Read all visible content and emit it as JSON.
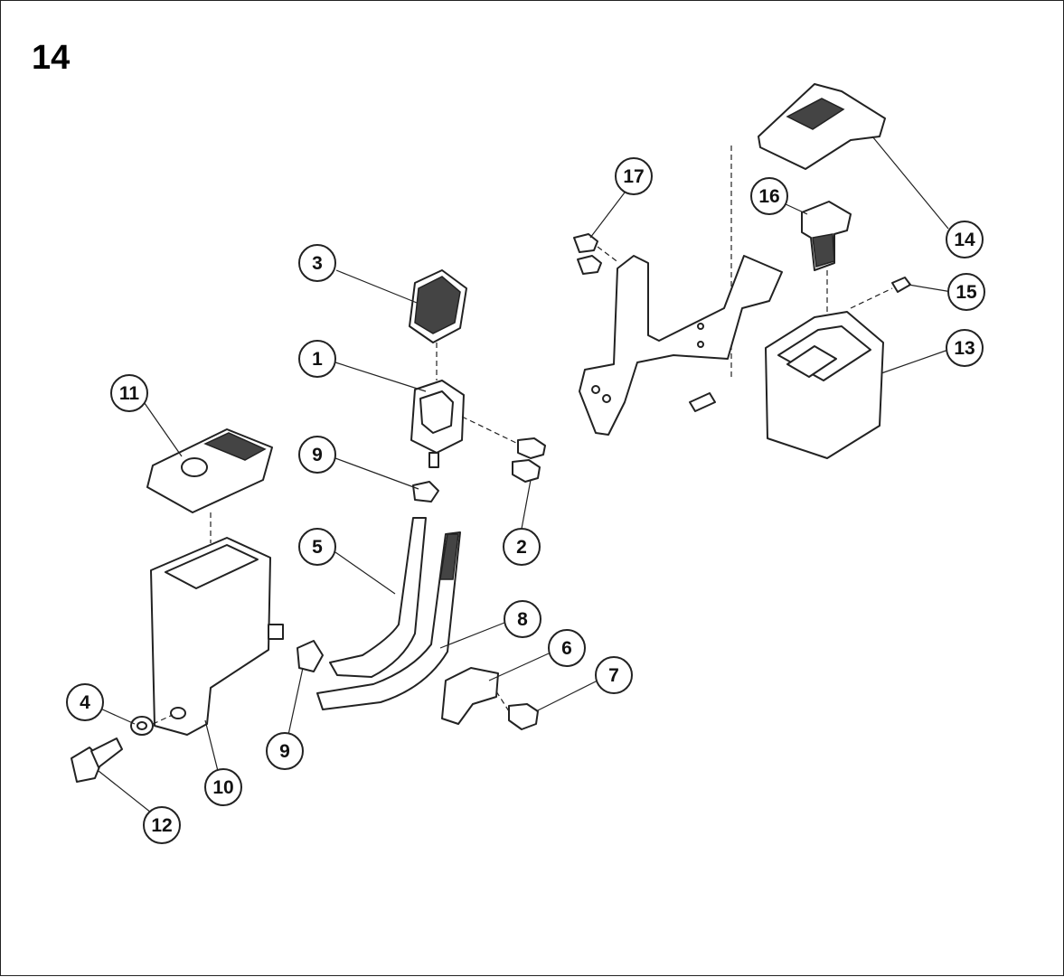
{
  "page": {
    "number": "14"
  },
  "callouts": {
    "c1": "1",
    "c2": "2",
    "c3": "3",
    "c4": "4",
    "c5": "5",
    "c6": "6",
    "c7": "7",
    "c8": "8",
    "c9a": "9",
    "c9b": "9",
    "c10": "10",
    "c11": "11",
    "c12": "12",
    "c13": "13",
    "c14": "14",
    "c15": "15",
    "c16": "16",
    "c17": "17"
  }
}
